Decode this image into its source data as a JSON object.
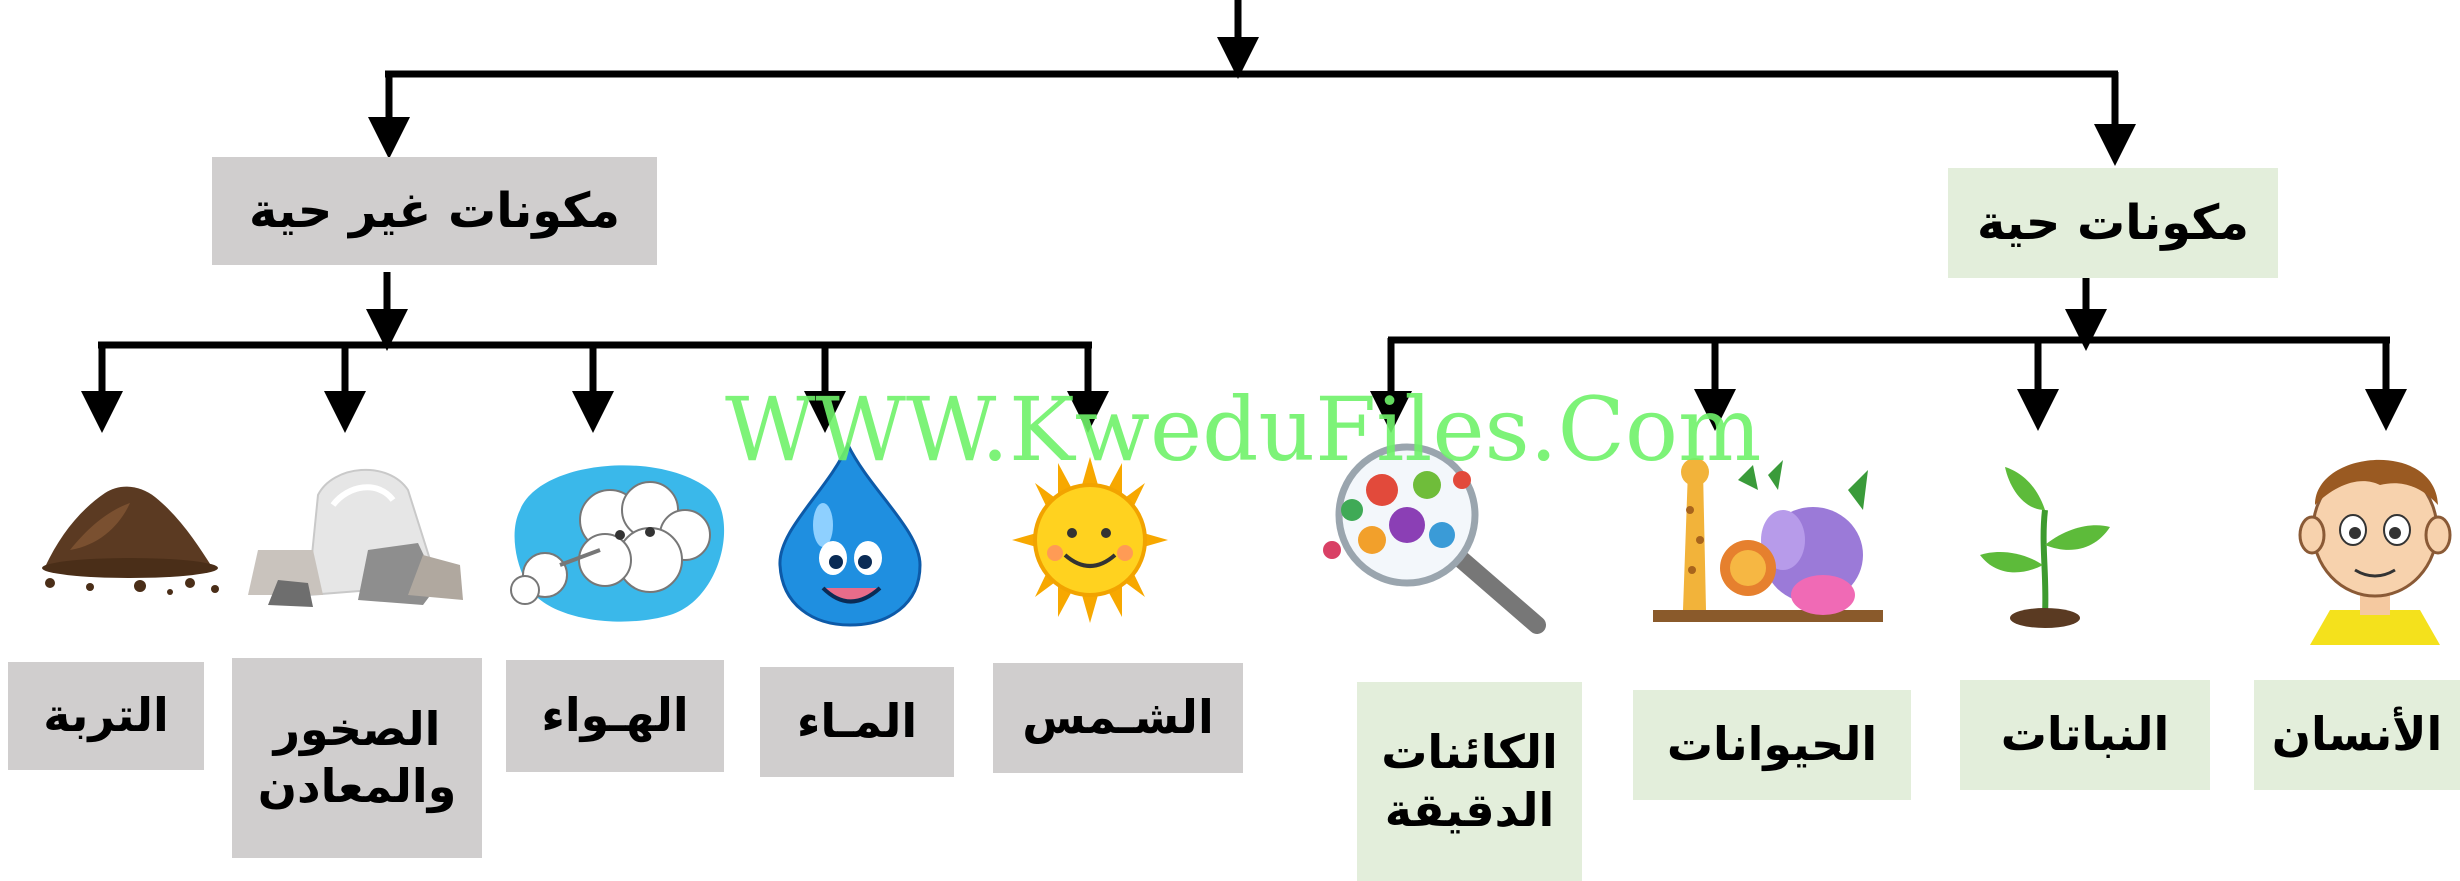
{
  "categories": {
    "living": "مكونات حية",
    "nonliving": "مكونات غير حية"
  },
  "living_items": [
    {
      "label": "الأنسان",
      "icon": "boy-face-icon"
    },
    {
      "label": "النباتات",
      "icon": "sprout-icon"
    },
    {
      "label": "الحيوانات",
      "icon": "animals-group-icon"
    },
    {
      "label": "الكائنات الدقيقة",
      "icon": "microbes-magnifier-icon"
    }
  ],
  "nonliving_items": [
    {
      "label": "الشـمس",
      "icon": "sun-face-icon"
    },
    {
      "label": "المـاء",
      "icon": "water-drop-face-icon"
    },
    {
      "label": "الهـواء",
      "icon": "wind-cloud-face-icon"
    },
    {
      "label": "الصخور والمعادن",
      "icon": "rocks-icon"
    },
    {
      "label": "التربة",
      "icon": "soil-pile-icon"
    }
  ],
  "watermark": "WWW.KweduFiles.Com",
  "colors": {
    "living_box": "#e3eedb",
    "nonliving_box": "#d0cece",
    "connector": "#000000",
    "watermark": "#6ff26a"
  }
}
